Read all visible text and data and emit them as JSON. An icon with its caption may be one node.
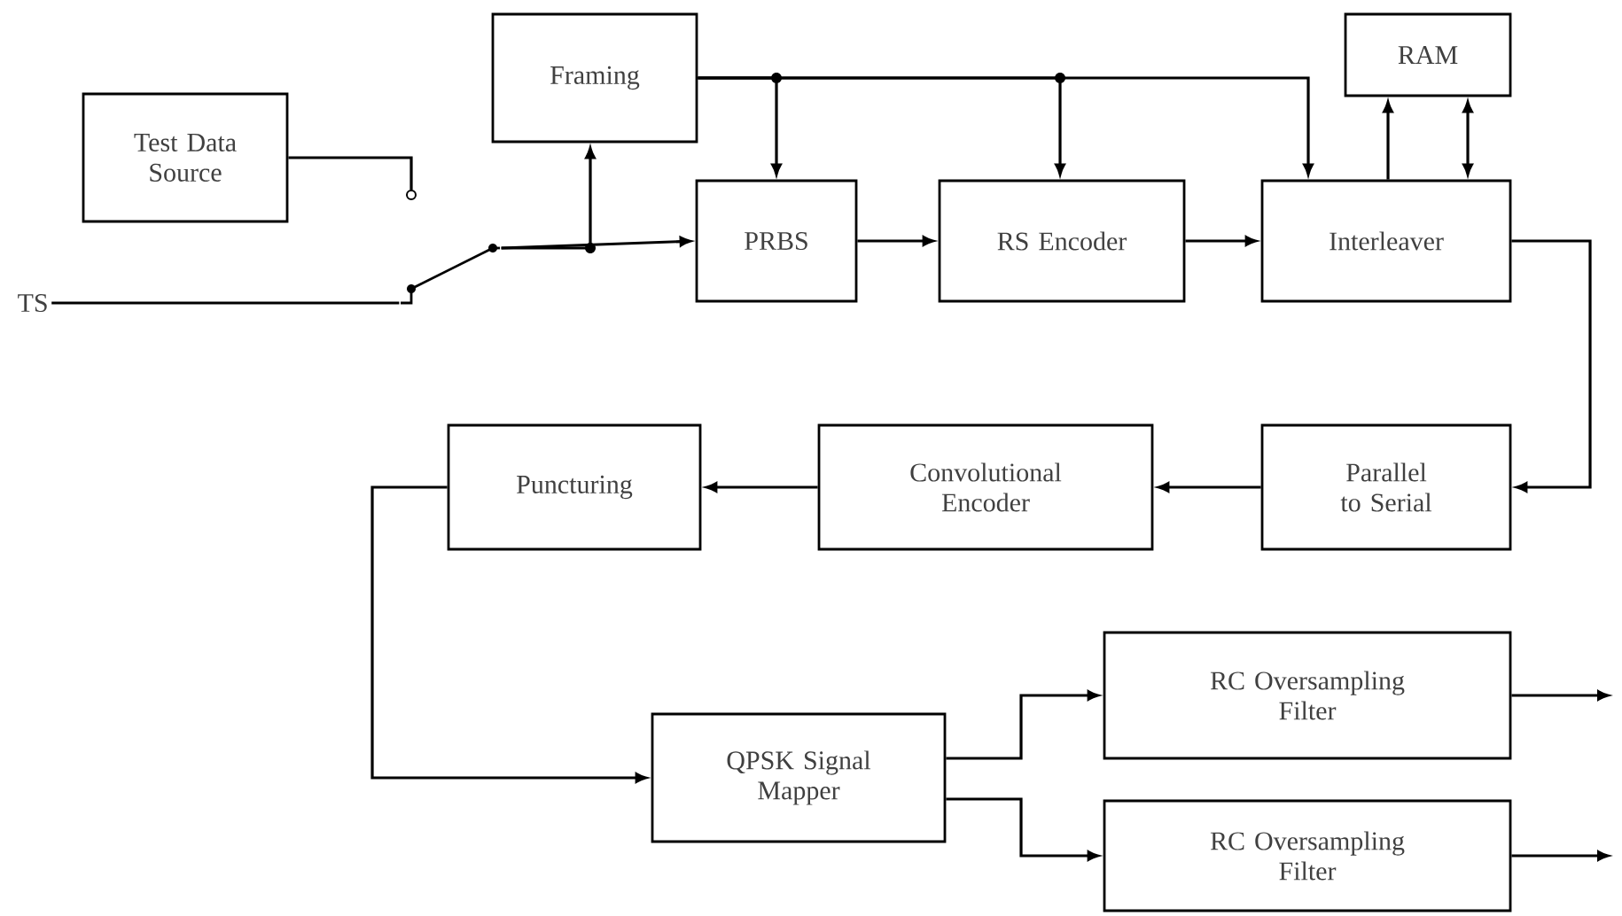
{
  "diagram": {
    "nodes": [
      {
        "text": [
          "Test Data Source"
        ]
      },
      {
        "text": [
          "Framing"
        ]
      },
      {
        "text": [
          "TS"
        ]
      },
      {
        "text": [
          "PRBS"
        ]
      },
      {
        "text": [
          "RS Encoder"
        ]
      },
      {
        "text": [
          "Interleaver"
        ]
      },
      {
        "text": [
          "RAM"
        ]
      },
      {
        "text": [
          "Puncturing"
        ]
      },
      {
        "text": [
          "Convolutional Encoder"
        ]
      },
      {
        "text": [
          "Parallel to Serial"
        ]
      },
      {
        "text": [
          "QPSK Signal Mapper"
        ]
      },
      {
        "text": [
          "RC Oversampling Filter"
        ]
      },
      {
        "text": [
          "RC Oversampling Filter"
        ]
      },
      {
        "text": [],
        "shape": "switch"
      }
    ],
    "edges": [
      {
        "from": 2,
        "to": 13,
        "arrow": "none"
      },
      {
        "from": 0,
        "to": 13,
        "arrow": "none"
      },
      {
        "from": 13,
        "to": 3,
        "arrow": "to"
      },
      {
        "from": 13,
        "to": 1,
        "arrow": "to"
      },
      {
        "from": 1,
        "to": 3,
        "arrow": "to"
      },
      {
        "from": 1,
        "to": 4,
        "arrow": "to"
      },
      {
        "from": 1,
        "to": 5,
        "arrow": "to"
      },
      {
        "from": 3,
        "to": 4,
        "arrow": "to"
      },
      {
        "from": 4,
        "to": 5,
        "arrow": "to"
      },
      {
        "from": 5,
        "to": 6,
        "arrow": "to"
      },
      {
        "from": 6,
        "to": 5,
        "arrow": "both"
      },
      {
        "from": 5,
        "to": 9,
        "arrow": "to"
      },
      {
        "from": 9,
        "to": 8,
        "arrow": "to"
      },
      {
        "from": 8,
        "to": 7,
        "arrow": "to"
      },
      {
        "from": 7,
        "to": 10,
        "arrow": "to"
      },
      {
        "from": 10,
        "to": 11,
        "arrow": "to"
      },
      {
        "from": 10,
        "to": 12,
        "arrow": "to"
      },
      {
        "from": 11,
        "to": null,
        "arrow": "to"
      },
      {
        "from": 12,
        "to": null,
        "arrow": "to"
      }
    ]
  }
}
